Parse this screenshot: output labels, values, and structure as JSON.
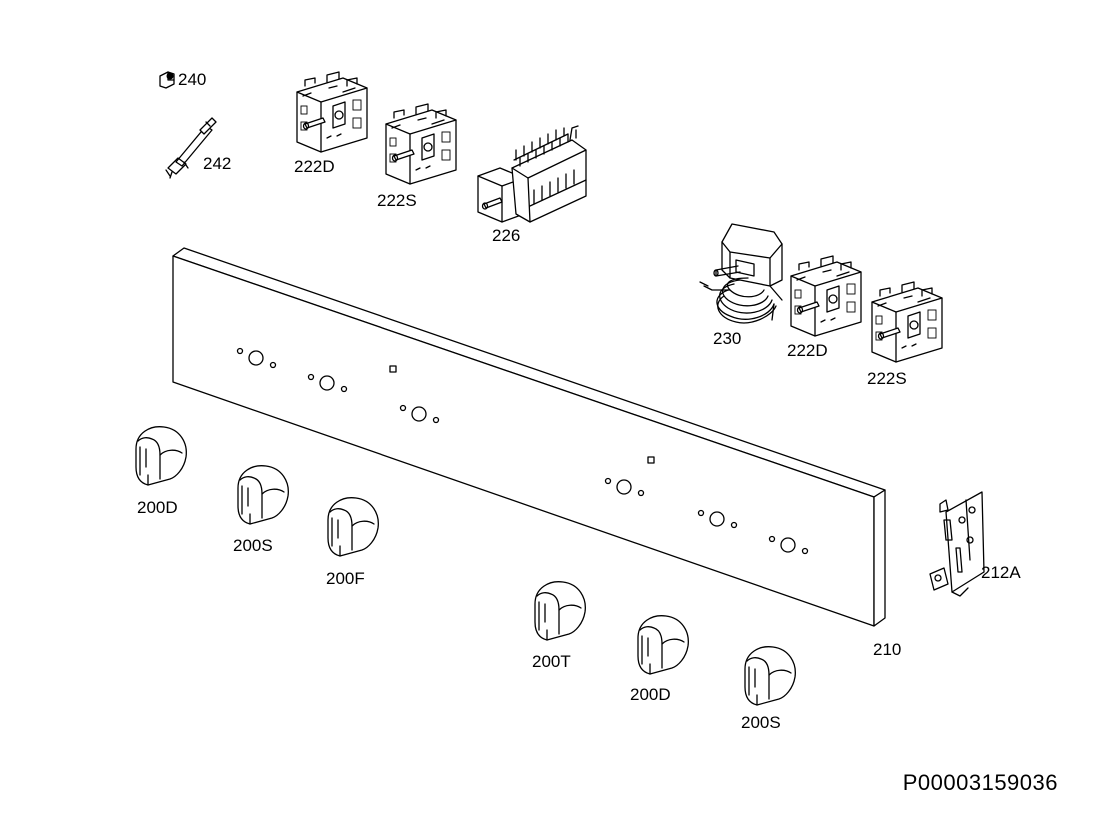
{
  "drawing_number": "P00003159036",
  "labels": {
    "part_240": "240",
    "part_242": "242",
    "part_222d_top": "222D",
    "part_222s_top": "222S",
    "part_226": "226",
    "part_230": "230",
    "part_222d_right": "222D",
    "part_222s_right": "222S",
    "part_210": "210",
    "part_212a": "212A",
    "knob_200d_left": "200D",
    "knob_200s_left": "200S",
    "knob_200f": "200F",
    "knob_200t": "200T",
    "knob_200d_right": "200D",
    "knob_200s_right": "200S"
  }
}
